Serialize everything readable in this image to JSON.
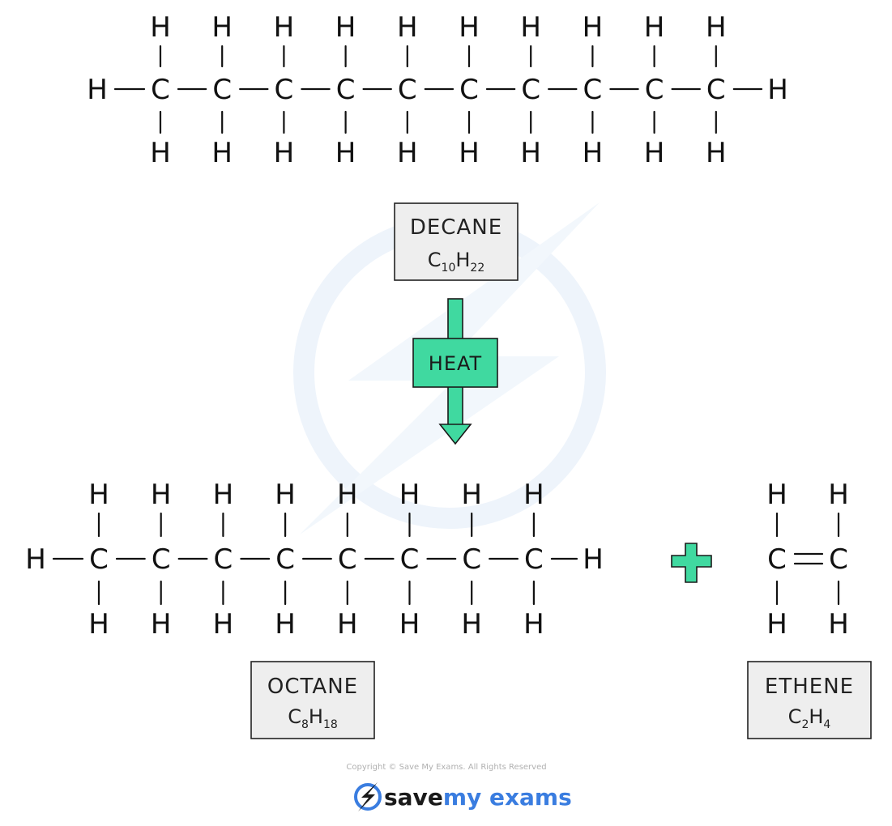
{
  "colors": {
    "accent_green": "#40d9a0",
    "box_fill": "#eeeeee",
    "ink": "#111111",
    "brand_blue": "#3a7de0",
    "watermark": "#eef4fb"
  },
  "atoms": {
    "carbon": "C",
    "hydrogen": "H"
  },
  "reactant": {
    "carbon_count": 10,
    "name": "DECANE",
    "formula": {
      "c": "C",
      "c_sub": "10",
      "h": "H",
      "h_sub": "22"
    }
  },
  "process": {
    "label": "HEAT"
  },
  "product_main": {
    "carbon_count": 8,
    "name": "OCTANE",
    "formula": {
      "c": "C",
      "c_sub": "8",
      "h": "H",
      "h_sub": "18"
    }
  },
  "operator": {
    "icon": "plus-icon"
  },
  "product_alkene": {
    "carbon_count": 2,
    "double_bond": true,
    "name": "ETHENE",
    "formula": {
      "c": "C",
      "c_sub": "2",
      "h": "H",
      "h_sub": "4"
    }
  },
  "footer": {
    "copyright": "Copyright © Save My Exams. All Rights Reserved",
    "brand_part1": "save",
    "brand_part2": "my exams",
    "logo_icon": "lightning-bolt-icon"
  }
}
